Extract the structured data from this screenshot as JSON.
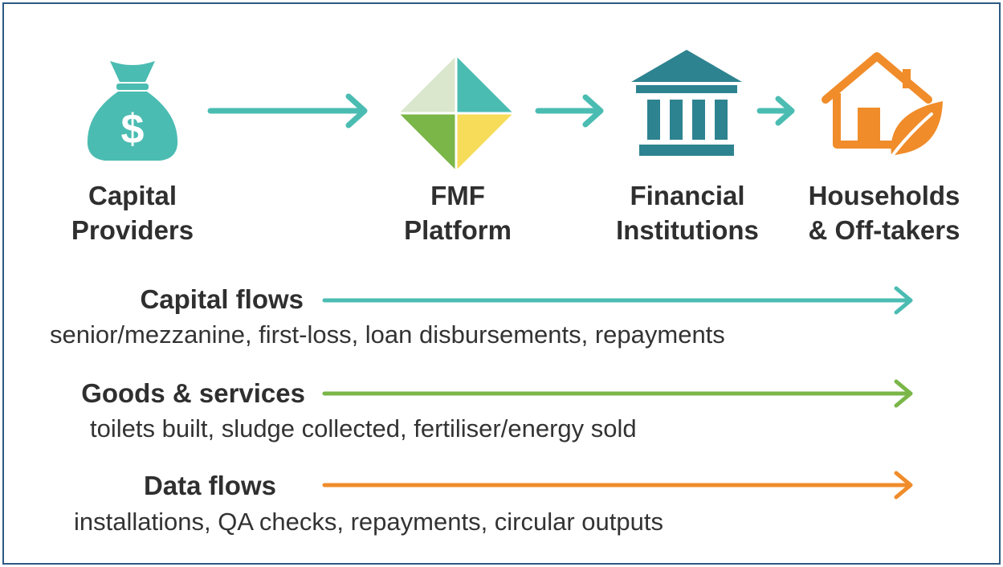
{
  "nodes": [
    {
      "line1": "Capital",
      "line2": "Providers",
      "icon": "money-bag-icon",
      "color": "#4bbcb2"
    },
    {
      "line1": "FMF",
      "line2": "Platform",
      "icon": "diamond-logo-icon",
      "color": "#4bbcb2"
    },
    {
      "line1": "Financial",
      "line2": "Institutions",
      "icon": "bank-icon",
      "color": "#2e8390"
    },
    {
      "line1": "Households",
      "line2": "& Off-takers",
      "icon": "house-leaf-icon",
      "color": "#f08c2a"
    }
  ],
  "money_symbol": "$",
  "flows": [
    {
      "title": "Capital flows",
      "desc": "senior/mezzanine, first-loss, loan disbursements, repayments",
      "color": "#4bbcb2"
    },
    {
      "title": "Goods & services",
      "desc": "toilets built, sludge collected, fertiliser/energy sold",
      "color": "#7ab648"
    },
    {
      "title": "Data flows",
      "desc": "installations, QA checks, repayments, circular outputs",
      "color": "#f08c2a"
    }
  ],
  "connector_color": "#4bbcb2"
}
